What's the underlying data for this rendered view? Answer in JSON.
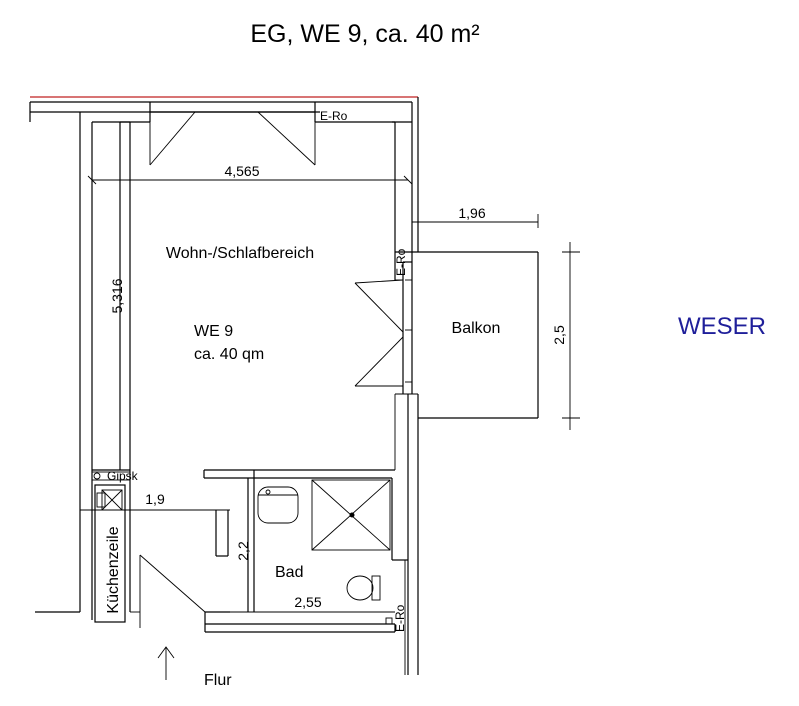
{
  "title": "EG, WE 9, ca. 40 m²",
  "river_label": "WESER",
  "rooms": {
    "living": "Wohn-/Schlafbereich",
    "unit_name": "WE 9",
    "unit_area": "ca. 40 qm",
    "balcony": "Balkon",
    "bath": "Bad",
    "kitchen": "Küchenzeile",
    "hall": "Flur"
  },
  "dimensions": {
    "width_living": "4,565",
    "height_living": "5,316",
    "balcony_width": "1,96",
    "balcony_depth": "2,5",
    "kitchen_depth": "1,9",
    "bath_height": "2,2",
    "bath_width": "2,55"
  },
  "annotations": {
    "eRo_top": "E-Ro",
    "eRo_right": "E-Ro",
    "eRo_bottom": "E-Ro",
    "gipsk": "Gipsk"
  },
  "colors": {
    "river": "#1f1f9a",
    "walls": "#000000",
    "accent_wall": "#c02020"
  }
}
